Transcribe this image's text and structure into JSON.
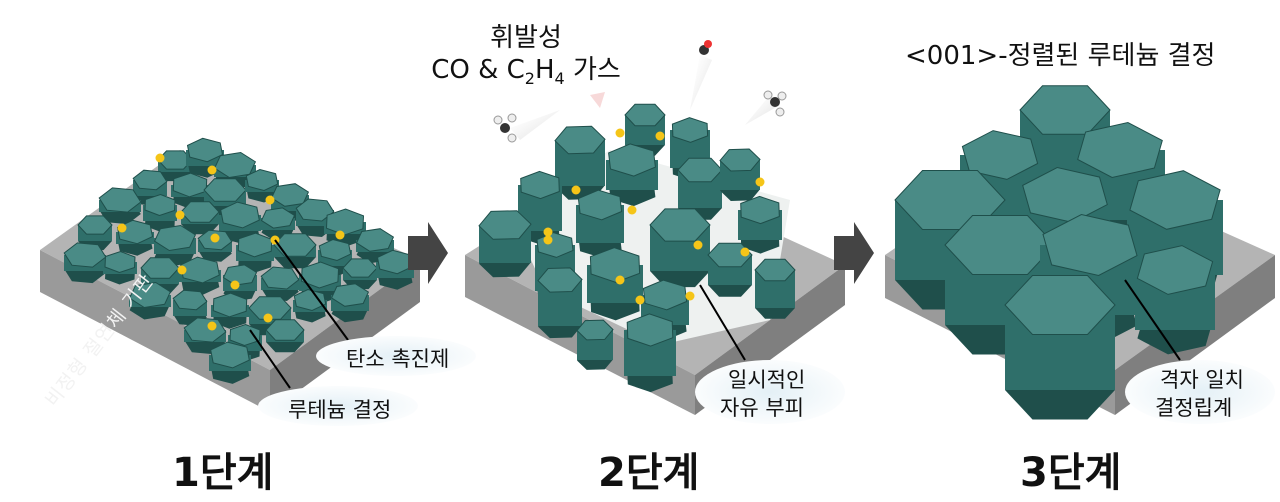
{
  "colors": {
    "crystal": "#2f6f6a",
    "crystal_top": "#4a8b86",
    "crystal_dark": "#1f4f4b",
    "substrate": "#a3a3a3",
    "substrate_dark": "#7d7d7d",
    "catalyst": "#f5c518",
    "callout_bg": "#e6f1f7",
    "arrow": "#444444"
  },
  "stages": [
    {
      "label": "1단계"
    },
    {
      "label": "2단계"
    },
    {
      "label": "3단계"
    }
  ],
  "stage1": {
    "substrate_label": "비정형 절연체 기판",
    "callout_carbon": "탄소 촉진제",
    "callout_ru": "루테늄 결정"
  },
  "stage2": {
    "gas_line1": "휘발성",
    "gas_co": "CO & C",
    "gas_sub2": "2",
    "gas_h": "H",
    "gas_sub4": "4",
    "gas_tail": " 가스",
    "callout_line1": "일시적인",
    "callout_line2": "자유 부피"
  },
  "stage3": {
    "title": "<001>-정렬된 루테늄 결정",
    "callout_line1": "격자 일치",
    "callout_line2": "결정립계"
  },
  "arrow_icons": [
    "right-arrow-icon",
    "right-arrow-icon"
  ]
}
